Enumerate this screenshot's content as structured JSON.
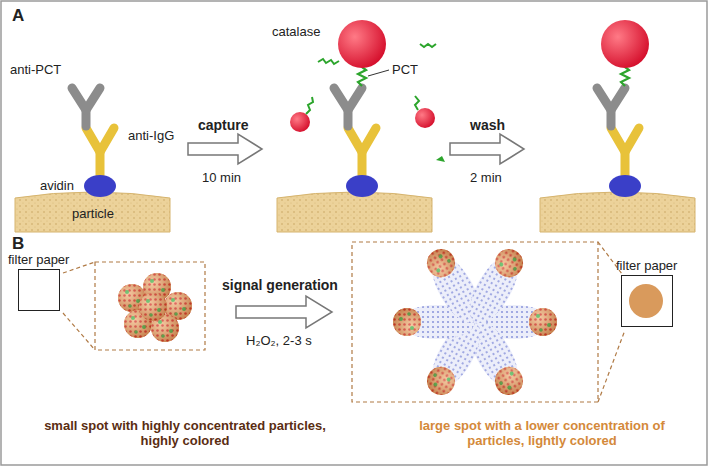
{
  "diagram": {
    "nodes": [
      {
        "text": [
          "filter paper"
        ]
      },
      {
        "text": [
          "filter paper"
        ]
      }
    ],
    "labels": [
      "A",
      "anti-PCT",
      "anti-IgG",
      "avidin",
      "particle",
      "capture",
      "10 min",
      "catalase",
      "PCT",
      "wash",
      "2 min",
      "B",
      "signal generation",
      "H₂O₂, 2-3 s",
      "small spot with highly concentrated particles, highly colored",
      "large spot with a lower concentration of particles, lightly colored"
    ]
  }
}
